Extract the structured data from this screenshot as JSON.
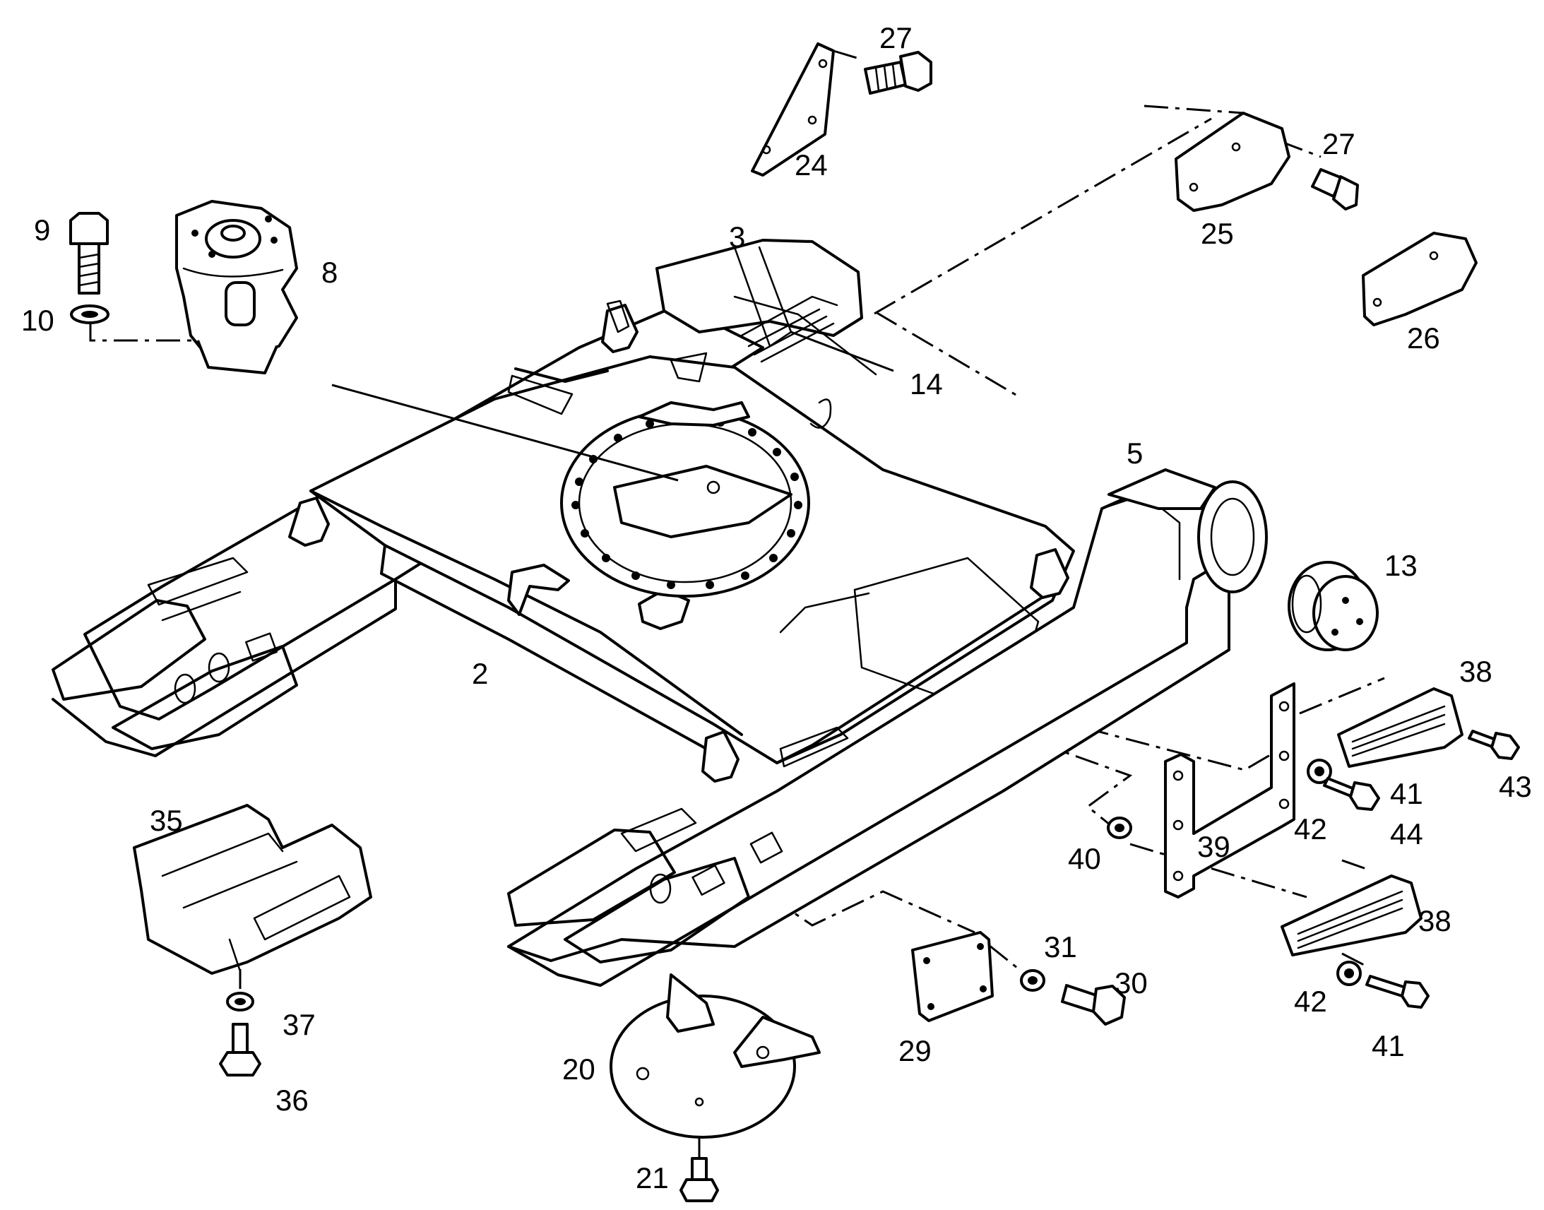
{
  "labels": {
    "p2": "2",
    "p3": "3",
    "p5": "5",
    "p8": "8",
    "p9": "9",
    "p10": "10",
    "p13": "13",
    "p14": "14",
    "p20": "20",
    "p21": "21",
    "p24": "24",
    "p25": "25",
    "p26": "26",
    "p27a": "27",
    "p27b": "27",
    "p29": "29",
    "p30": "30",
    "p31": "31",
    "p35": "35",
    "p36": "36",
    "p37": "37",
    "p38a": "38",
    "p38b": "38",
    "p39": "39",
    "p40": "40",
    "p41a": "41",
    "p41b": "41",
    "p42a": "42",
    "p42b": "42",
    "p43": "43",
    "p44": "44"
  }
}
